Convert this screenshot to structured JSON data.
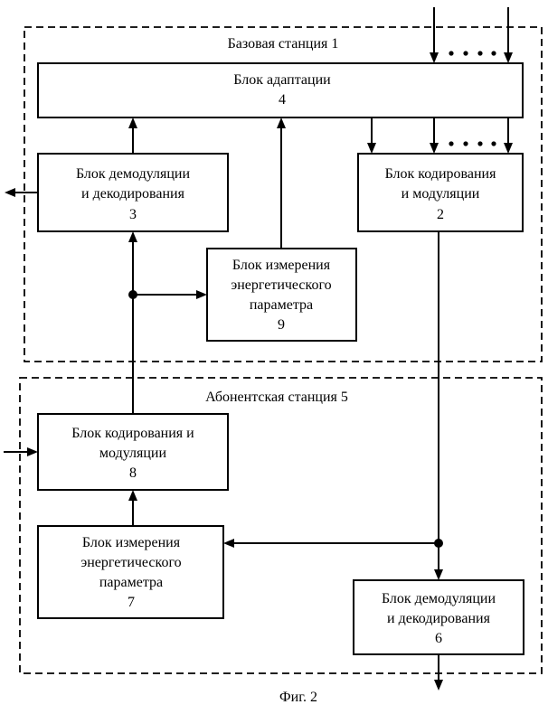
{
  "figure": {
    "caption": "Фиг. 2"
  },
  "containers": {
    "base_station": {
      "title": "Базовая станция 1"
    },
    "subscriber_station": {
      "title": "Абонентская станция 5"
    }
  },
  "blocks": {
    "adaptation": {
      "line1": "Блок адаптации",
      "number": "4"
    },
    "base_demod": {
      "line1": "Блок демодуляции",
      "line2": "и декодирования",
      "number": "3"
    },
    "base_coder": {
      "line1": "Блок кодирования",
      "line2": "и модуляции",
      "number": "2"
    },
    "base_meter": {
      "line1": "Блок измерения",
      "line2": "энергетического",
      "line3": "параметра",
      "number": "9"
    },
    "sub_coder": {
      "line1": "Блок кодирования и",
      "line2": "модуляции",
      "number": "8"
    },
    "sub_meter": {
      "line1": "Блок измерения",
      "line2": "энергетического",
      "line3": "параметра",
      "number": "7"
    },
    "sub_demod": {
      "line1": "Блок демодуляции",
      "line2": "и декодирования",
      "number": "6"
    }
  }
}
